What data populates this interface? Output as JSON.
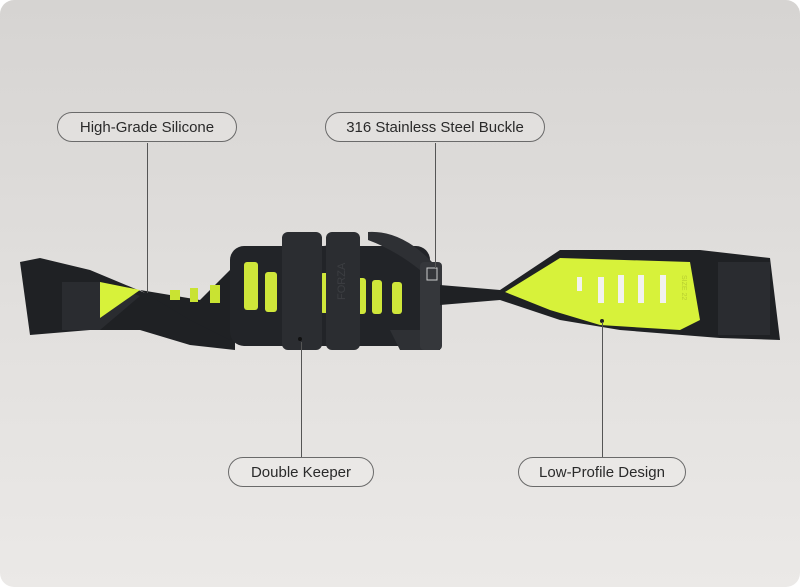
{
  "callouts": {
    "silicone": "High-Grade Silicone",
    "buckle": "316 Stainless Steel Buckle",
    "keeper": "Double Keeper",
    "profile": "Low-Profile Design"
  },
  "product_marks": {
    "brand": "FORZA",
    "size": "SIZE 22"
  },
  "colors": {
    "band": "#1f2124",
    "accent": "#d7f23a",
    "background": "#dedcda"
  }
}
